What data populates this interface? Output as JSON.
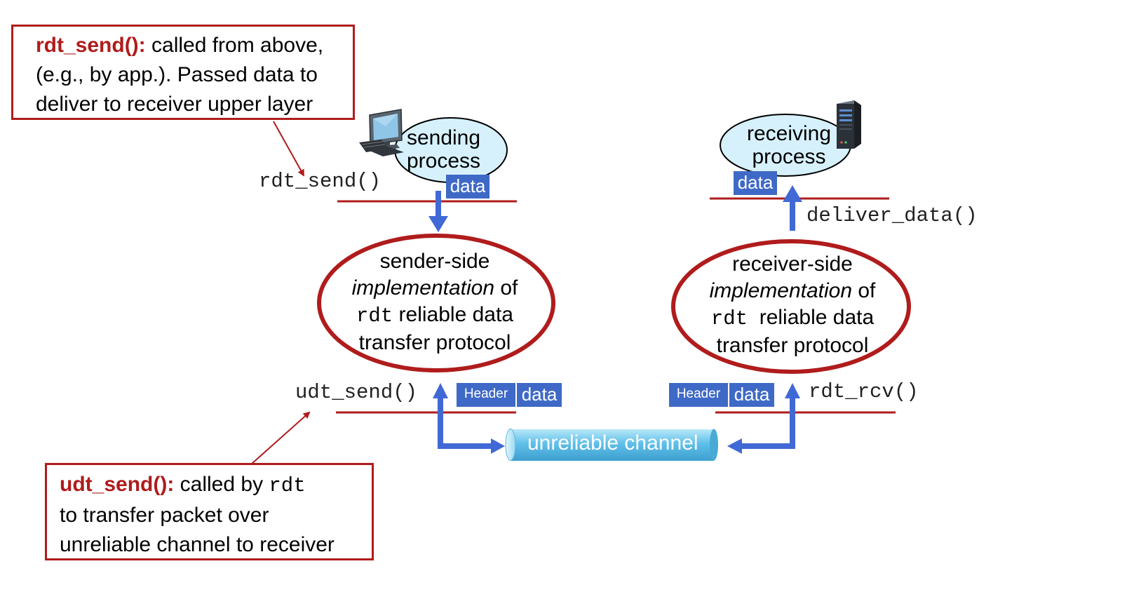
{
  "callout_top": {
    "keyword": "rdt_send():",
    "line1_rest": " called from above,",
    "line2": "(e.g., by app.). Passed data to",
    "line3": "deliver to receiver upper layer"
  },
  "callout_bottom": {
    "keyword": "udt_send():",
    "line1_rest": " called by ",
    "line1_code": "rdt",
    "line2": "to transfer packet over",
    "line3": "unreliable channel to receiver"
  },
  "sender": {
    "process_line1": "sending",
    "process_line2": "process",
    "impl_line1": "sender-side",
    "impl_italic": "implementation",
    "impl_of": " of",
    "impl_code": "rdt",
    "impl_line3_rest": " reliable data",
    "impl_line4": "transfer protocol",
    "upper_call": "rdt_send()",
    "lower_call": "udt_send()"
  },
  "receiver": {
    "process_line1": "receiving",
    "process_line2": "process",
    "impl_line1": "receiver-side",
    "impl_italic": "implementation",
    "impl_of": " of",
    "impl_code": "rdt",
    "impl_line3_rest": "  reliable data",
    "impl_line4": "transfer protocol",
    "upper_call": "deliver_data()",
    "lower_call": "rdt_rcv()"
  },
  "tags": {
    "data": "data",
    "header": "Header"
  },
  "channel": {
    "label": "unreliable channel"
  },
  "colors": {
    "accent_red": "#b01c1c",
    "arrow_blue": "#4169d6",
    "tag_blue": "#3f69c6",
    "bubble_fill": "#d6f1fb",
    "channel_fill": "#6cc7ec"
  },
  "icons": [
    "desktop-computer-icon",
    "server-tower-icon"
  ]
}
